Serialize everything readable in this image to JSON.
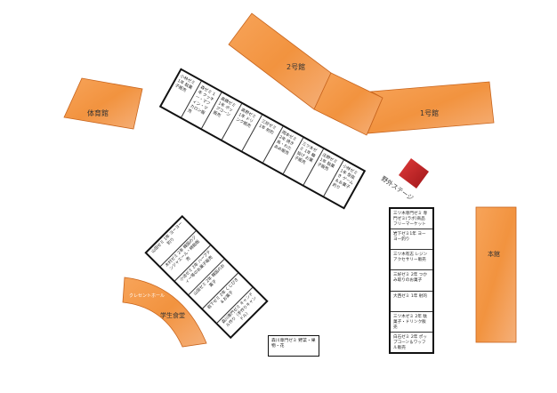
{
  "colors": {
    "building": "#f2933f",
    "building_edge": "#c8651e",
    "stage": "#c8252a"
  },
  "buildings": {
    "bldg2": "2号館",
    "bldg1": "1号館",
    "gym": "体育館",
    "main": "本館",
    "cafeteria": "学生食堂",
    "crescent_hall": "クレセントホール"
  },
  "stage": {
    "label": "野外ステージ"
  },
  "top_strip": [
    "小林ゼミ 1年 駄菓子販売",
    "森ゼミ 1年 クッキー・マフィン・マカロン販売",
    "高橋ゼミ 1年 ポップコーン販売",
    "高野ゼミ 1年 ドリンク販売",
    "三好ゼミ 1年 射的",
    "岡本ゼミ 2年 焼き鳥・わたあめ販売",
    "三ツ木ゼミ 1年 輪投げ お菓子販売",
    "庄野ゼミ 1年 駄菓子販売",
    "小林ゼミ 1年 型抜き ゲーム＆お菓子釣り"
  ],
  "left_strip": [
    "山田ゼミ 1年 ヨーヨー釣り",
    "木村ゼミ 2年 韓国のジンジャエール・綿飴販売",
    "小池ゼミ 2年 ハーブティー等のお菓子販売",
    "山田ゼミ 2年 韓国のお菓子",
    "岩下ゼミ 2年 くじびき＆お菓子",
    "森川専門ゼミ キャンドル作り（手作りキャンドル）"
  ],
  "right_strip": [
    "三ツ木専門ゼミ 専門ゼミ(ラボ)商品 フリーマーケット",
    "岩下ゼミ1年 ヨーヨー釣り",
    "三ツ木有志 レジンアクセサリー販売",
    "三好ゼミ 2年 つかみ取りのお菓子",
    "大西ゼミ 1年 射的",
    "三ツ木ゼミ 2年 駄菓子・ドリンク販売",
    "白石ゼミ 2年 ポップコーン＆ワッフル販売"
  ],
  "bottom_booth": "森川専門ゼミ 野菜・果物・花"
}
